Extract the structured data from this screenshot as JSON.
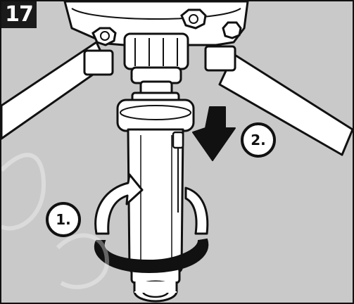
{
  "step": {
    "number": "17"
  },
  "callouts": [
    {
      "label": "1."
    },
    {
      "label": "2."
    }
  ],
  "colors": {
    "background": "#c9c9c9",
    "frame_border": "#111111",
    "badge_fill": "#1a1a1a",
    "badge_text": "#ffffff",
    "part_fill": "#ffffff",
    "outline": "#111111",
    "rotation_arrow_shadow": "#111111",
    "push_arrow": "#111111"
  },
  "icons": {
    "rotation": "rotate-clockwise-arrow-icon",
    "push": "arrow-down-icon"
  }
}
